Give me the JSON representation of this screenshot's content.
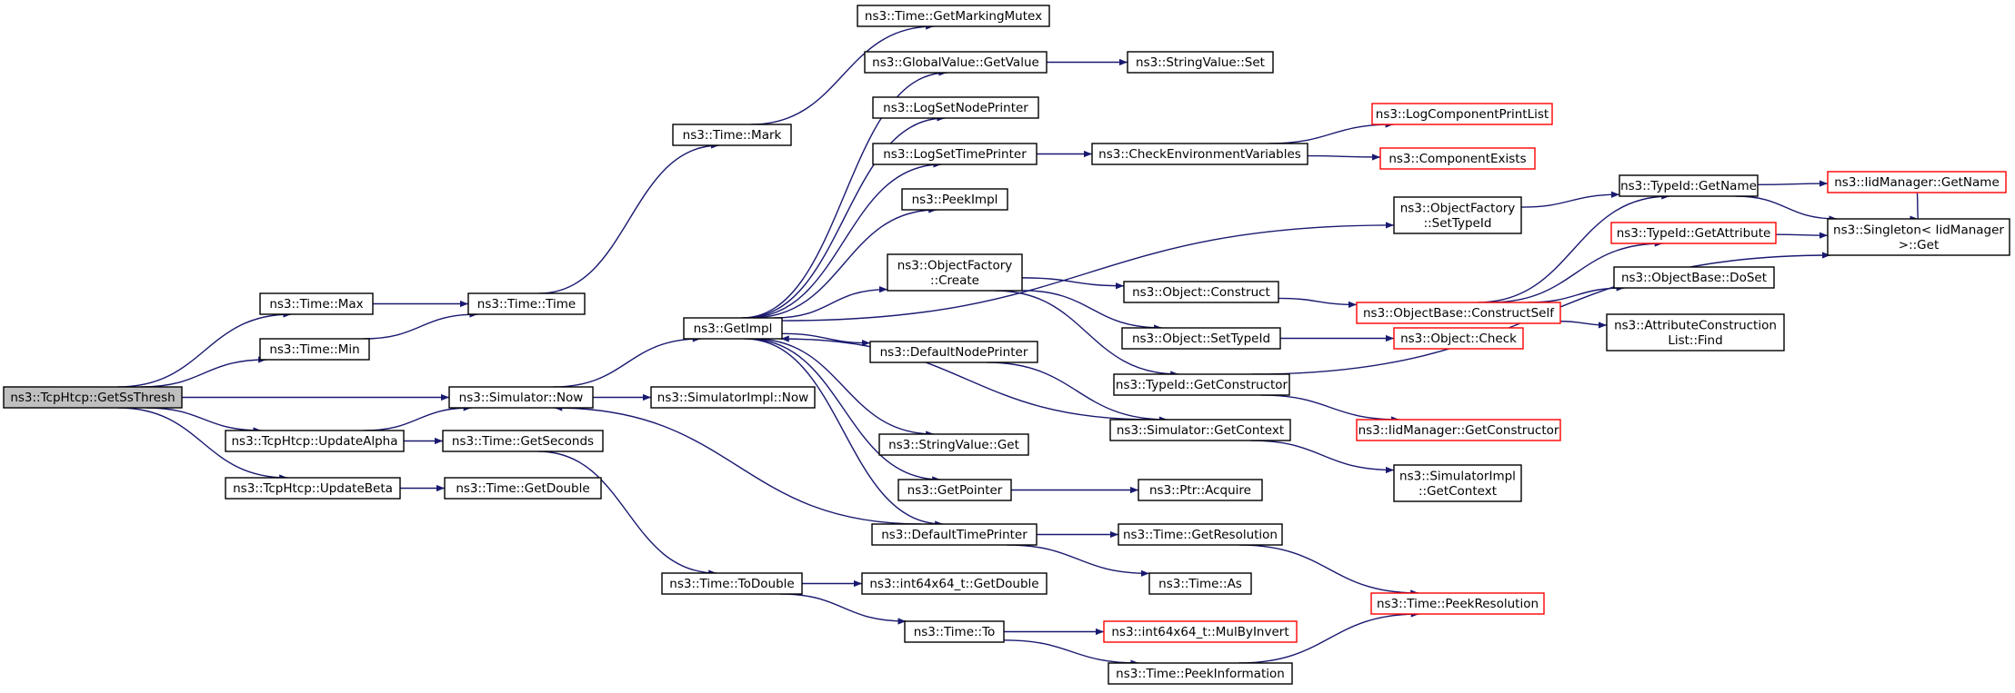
{
  "colors": {
    "edge": "#191970",
    "node_border": "#000000",
    "truncated_border": "#ff0000",
    "focus_fill": "#bfbfbf",
    "node_fill": "#ffffff"
  },
  "nodes": [
    {
      "id": "getSsThresh",
      "lines": [
        "ns3::TcpHtcp::GetSsThresh"
      ],
      "style": "focus"
    },
    {
      "id": "timeMax",
      "lines": [
        "ns3::Time::Max"
      ],
      "style": "normal"
    },
    {
      "id": "timeMin",
      "lines": [
        "ns3::Time::Min"
      ],
      "style": "normal"
    },
    {
      "id": "updateAlpha",
      "lines": [
        "ns3::TcpHtcp::UpdateAlpha"
      ],
      "style": "normal"
    },
    {
      "id": "updateBeta",
      "lines": [
        "ns3::TcpHtcp::UpdateBeta"
      ],
      "style": "normal"
    },
    {
      "id": "timeTime",
      "lines": [
        "ns3::Time::Time"
      ],
      "style": "normal"
    },
    {
      "id": "simNow",
      "lines": [
        "ns3::Simulator::Now"
      ],
      "style": "normal"
    },
    {
      "id": "getSeconds",
      "lines": [
        "ns3::Time::GetSeconds"
      ],
      "style": "normal"
    },
    {
      "id": "getDouble",
      "lines": [
        "ns3::Time::GetDouble"
      ],
      "style": "normal"
    },
    {
      "id": "timeMark",
      "lines": [
        "ns3::Time::Mark"
      ],
      "style": "normal"
    },
    {
      "id": "getImpl",
      "lines": [
        "ns3::GetImpl"
      ],
      "style": "normal"
    },
    {
      "id": "simImplNow",
      "lines": [
        "ns3::SimulatorImpl::Now"
      ],
      "style": "normal"
    },
    {
      "id": "toDouble",
      "lines": [
        "ns3::Time::ToDouble"
      ],
      "style": "normal"
    },
    {
      "id": "markingMutex",
      "lines": [
        "ns3::Time::GetMarkingMutex"
      ],
      "style": "normal"
    },
    {
      "id": "gvGetValue",
      "lines": [
        "ns3::GlobalValue::GetValue"
      ],
      "style": "normal"
    },
    {
      "id": "logSetNodePrinter",
      "lines": [
        "ns3::LogSetNodePrinter"
      ],
      "style": "normal"
    },
    {
      "id": "logSetTimePrinter",
      "lines": [
        "ns3::LogSetTimePrinter"
      ],
      "style": "normal"
    },
    {
      "id": "peekImpl",
      "lines": [
        "ns3::PeekImpl"
      ],
      "style": "normal"
    },
    {
      "id": "ofCreate",
      "lines": [
        "ns3::ObjectFactory",
        "::Create"
      ],
      "style": "normal"
    },
    {
      "id": "defaultNodePrinter",
      "lines": [
        "ns3::DefaultNodePrinter"
      ],
      "style": "normal"
    },
    {
      "id": "svGet",
      "lines": [
        "ns3::StringValue::Get"
      ],
      "style": "normal"
    },
    {
      "id": "getPointer",
      "lines": [
        "ns3::GetPointer"
      ],
      "style": "normal"
    },
    {
      "id": "defaultTimePrinter",
      "lines": [
        "ns3::DefaultTimePrinter"
      ],
      "style": "normal"
    },
    {
      "id": "int64GetDouble",
      "lines": [
        "ns3::int64x64_t::GetDouble"
      ],
      "style": "normal"
    },
    {
      "id": "timeTo",
      "lines": [
        "ns3::Time::To"
      ],
      "style": "normal"
    },
    {
      "id": "svSet",
      "lines": [
        "ns3::StringValue::Set"
      ],
      "style": "normal"
    },
    {
      "id": "checkEnv",
      "lines": [
        "ns3::CheckEnvironmentVariables"
      ],
      "style": "normal"
    },
    {
      "id": "objConstruct",
      "lines": [
        "ns3::Object::Construct"
      ],
      "style": "normal"
    },
    {
      "id": "objSetTypeId",
      "lines": [
        "ns3::Object::SetTypeId"
      ],
      "style": "normal"
    },
    {
      "id": "getConstructor",
      "lines": [
        "ns3::TypeId::GetConstructor"
      ],
      "style": "normal"
    },
    {
      "id": "simGetContext",
      "lines": [
        "ns3::Simulator::GetContext"
      ],
      "style": "normal"
    },
    {
      "id": "ptrAcquire",
      "lines": [
        "ns3::Ptr::Acquire"
      ],
      "style": "normal"
    },
    {
      "id": "getResolution",
      "lines": [
        "ns3::Time::GetResolution"
      ],
      "style": "normal"
    },
    {
      "id": "timeAs",
      "lines": [
        "ns3::Time::As"
      ],
      "style": "normal"
    },
    {
      "id": "mulByInvert",
      "lines": [
        "ns3::int64x64_t::MulByInvert"
      ],
      "style": "truncated"
    },
    {
      "id": "peekInformation",
      "lines": [
        "ns3::Time::PeekInformation"
      ],
      "style": "normal"
    },
    {
      "id": "logCompPrint",
      "lines": [
        "ns3::LogComponentPrintList"
      ],
      "style": "truncated"
    },
    {
      "id": "compExists",
      "lines": [
        "ns3::ComponentExists"
      ],
      "style": "truncated"
    },
    {
      "id": "ofSetTypeId",
      "lines": [
        "ns3::ObjectFactory",
        "::SetTypeId"
      ],
      "style": "normal"
    },
    {
      "id": "obConstructSelf",
      "lines": [
        "ns3::ObjectBase::ConstructSelf"
      ],
      "style": "truncated"
    },
    {
      "id": "objCheck",
      "lines": [
        "ns3::Object::Check"
      ],
      "style": "truncated"
    },
    {
      "id": "iidGetConstructor",
      "lines": [
        "ns3::IidManager::GetConstructor"
      ],
      "style": "truncated"
    },
    {
      "id": "simImplGetContext",
      "lines": [
        "ns3::SimulatorImpl",
        "::GetContext"
      ],
      "style": "normal"
    },
    {
      "id": "peekResolution",
      "lines": [
        "ns3::Time::PeekResolution"
      ],
      "style": "truncated"
    },
    {
      "id": "typeIdGetName",
      "lines": [
        "ns3::TypeId::GetName"
      ],
      "style": "normal"
    },
    {
      "id": "typeIdGetAttribute",
      "lines": [
        "ns3::TypeId::GetAttribute"
      ],
      "style": "truncated"
    },
    {
      "id": "obDoSet",
      "lines": [
        "ns3::ObjectBase::DoSet"
      ],
      "style": "normal"
    },
    {
      "id": "acListFind",
      "lines": [
        "ns3::AttributeConstruction",
        "List::Find"
      ],
      "style": "normal"
    },
    {
      "id": "iidGetName",
      "lines": [
        "ns3::IidManager::GetName"
      ],
      "style": "truncated"
    },
    {
      "id": "singletonGet",
      "lines": [
        "ns3::Singleton< IidManager",
        ">::Get"
      ],
      "style": "normal"
    }
  ],
  "edges": [
    [
      "getSsThresh",
      "timeMax"
    ],
    [
      "getSsThresh",
      "timeMin"
    ],
    [
      "getSsThresh",
      "simNow"
    ],
    [
      "getSsThresh",
      "updateAlpha"
    ],
    [
      "getSsThresh",
      "updateBeta"
    ],
    [
      "timeMax",
      "timeTime"
    ],
    [
      "timeMin",
      "timeTime"
    ],
    [
      "updateAlpha",
      "simNow"
    ],
    [
      "updateAlpha",
      "getSeconds"
    ],
    [
      "updateBeta",
      "getDouble"
    ],
    [
      "timeTime",
      "timeMark"
    ],
    [
      "timeMark",
      "markingMutex"
    ],
    [
      "simNow",
      "getImpl"
    ],
    [
      "simNow",
      "simImplNow"
    ],
    [
      "getSeconds",
      "toDouble"
    ],
    [
      "toDouble",
      "int64GetDouble"
    ],
    [
      "toDouble",
      "timeTo"
    ],
    [
      "timeTo",
      "mulByInvert"
    ],
    [
      "timeTo",
      "peekInformation"
    ],
    [
      "getImpl",
      "gvGetValue"
    ],
    [
      "getImpl",
      "logSetNodePrinter"
    ],
    [
      "getImpl",
      "logSetTimePrinter"
    ],
    [
      "getImpl",
      "peekImpl"
    ],
    [
      "getImpl",
      "ofSetTypeId"
    ],
    [
      "getImpl",
      "ofCreate"
    ],
    [
      "getImpl",
      "defaultNodePrinter"
    ],
    [
      "getImpl",
      "svGet"
    ],
    [
      "getImpl",
      "getPointer"
    ],
    [
      "getImpl",
      "defaultTimePrinter"
    ],
    [
      "gvGetValue",
      "svSet"
    ],
    [
      "logSetTimePrinter",
      "checkEnv"
    ],
    [
      "checkEnv",
      "logCompPrint"
    ],
    [
      "checkEnv",
      "compExists"
    ],
    [
      "ofCreate",
      "objConstruct"
    ],
    [
      "ofCreate",
      "objSetTypeId"
    ],
    [
      "ofCreate",
      "getConstructor"
    ],
    [
      "objConstruct",
      "obConstructSelf"
    ],
    [
      "objSetTypeId",
      "objCheck"
    ],
    [
      "getConstructor",
      "iidGetConstructor"
    ],
    [
      "getConstructor",
      "singletonGet"
    ],
    [
      "defaultNodePrinter",
      "simGetContext"
    ],
    [
      "simGetContext",
      "getImpl"
    ],
    [
      "simGetContext",
      "simImplGetContext"
    ],
    [
      "getPointer",
      "ptrAcquire"
    ],
    [
      "defaultTimePrinter",
      "simNow"
    ],
    [
      "defaultTimePrinter",
      "getResolution"
    ],
    [
      "defaultTimePrinter",
      "timeAs"
    ],
    [
      "getResolution",
      "peekResolution"
    ],
    [
      "peekInformation",
      "peekResolution"
    ],
    [
      "ofSetTypeId",
      "typeIdGetName"
    ],
    [
      "obConstructSelf",
      "typeIdGetName"
    ],
    [
      "obConstructSelf",
      "typeIdGetAttribute"
    ],
    [
      "obConstructSelf",
      "obDoSet"
    ],
    [
      "obConstructSelf",
      "acListFind"
    ],
    [
      "typeIdGetName",
      "iidGetName"
    ],
    [
      "typeIdGetName",
      "singletonGet"
    ],
    [
      "typeIdGetAttribute",
      "singletonGet"
    ],
    [
      "iidGetName",
      "singletonGet"
    ]
  ]
}
